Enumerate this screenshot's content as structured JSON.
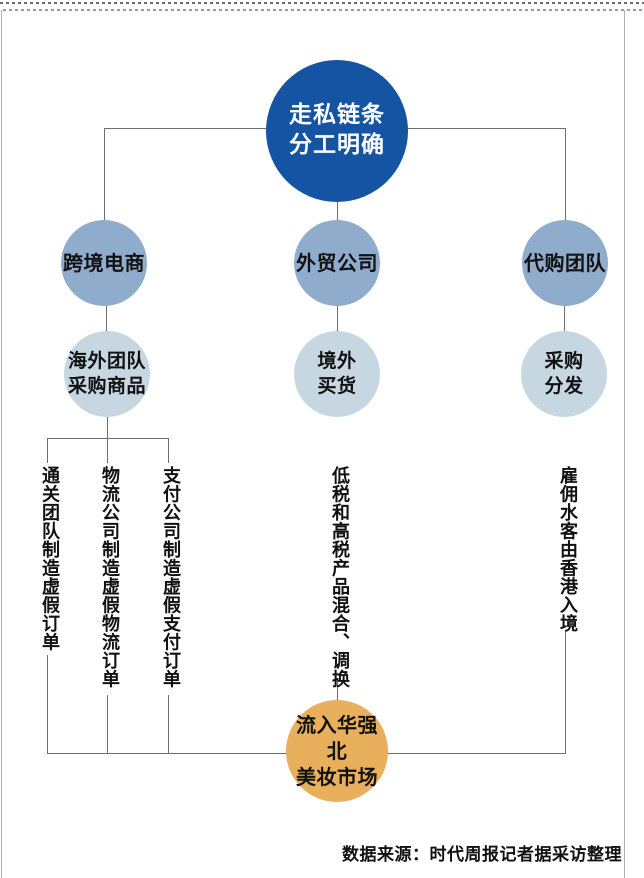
{
  "diagram": {
    "root": {
      "label": "走私链条\n分工明确"
    },
    "branches": [
      {
        "id": "cross-border-ecommerce",
        "level2_label": "跨境电商",
        "level3_label": "海外团队\n采购商品",
        "details": [
          "通关团队制造虚假订单",
          "物流公司制造虚假物流订单",
          "支付公司制造虚假支付订单"
        ]
      },
      {
        "id": "foreign-trade-company",
        "level2_label": "外贸公司",
        "level3_label": "境外\n买货",
        "details": [
          "低税和高税产品混合、调换"
        ]
      },
      {
        "id": "daigou-team",
        "level2_label": "代购团队",
        "level3_label": "采购\n分发",
        "details": [
          "雇佣水客由香港入境"
        ]
      }
    ],
    "sink": {
      "label": "流入华强北\n美妆市场"
    }
  },
  "source_note": "数据来源：时代周报记者据采访整理",
  "colors": {
    "root_circle": "#1553a3",
    "level2_circle": "#8faccd",
    "level3_circle": "#c6d7e2",
    "sink_circle": "#e8b05c",
    "connector_line": "#6e6e6e"
  }
}
